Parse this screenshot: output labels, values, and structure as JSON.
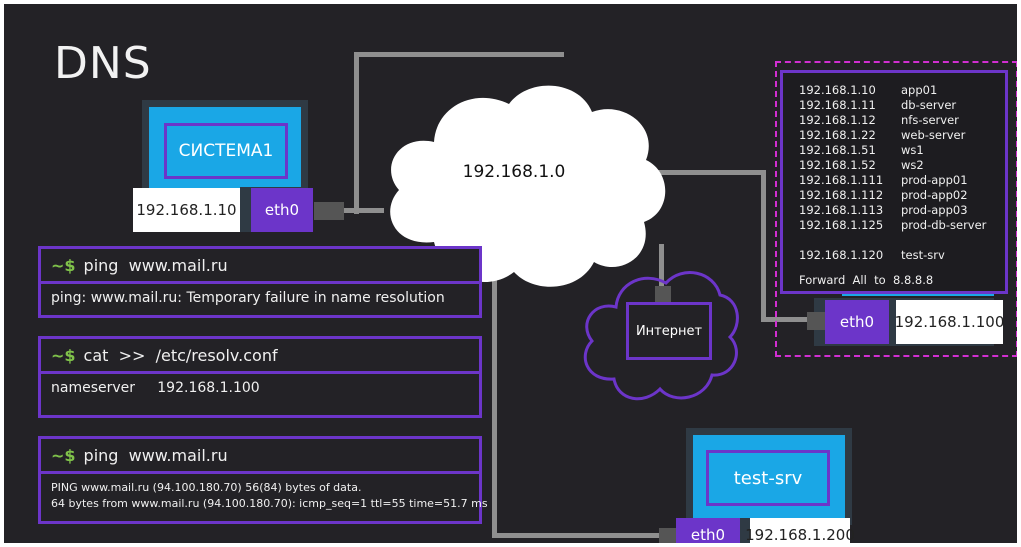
{
  "title": "DNS",
  "network": {
    "label": "192.168.1.0"
  },
  "internet": {
    "label": "Интернет"
  },
  "system1": {
    "name": "СИСТЕМА1",
    "ip": "192.168.1.10",
    "iface": "eth0"
  },
  "dns_server": {
    "ip": "192.168.1.100",
    "iface": "eth0"
  },
  "test_srv": {
    "name": "test-srv",
    "ip": "192.168.1.200",
    "iface": "eth0"
  },
  "hosts_file": {
    "entries": [
      {
        "ip": "192.168.1.10",
        "name": "app01"
      },
      {
        "ip": "192.168.1.11",
        "name": "db-server"
      },
      {
        "ip": "192.168.1.12",
        "name": "nfs-server"
      },
      {
        "ip": "192.168.1.22",
        "name": "web-server"
      },
      {
        "ip": "192.168.1.51",
        "name": "ws1"
      },
      {
        "ip": "192.168.1.52",
        "name": "ws2"
      },
      {
        "ip": "192.168.1.111",
        "name": "prod-app01"
      },
      {
        "ip": "192.168.1.112",
        "name": "prod-app02"
      },
      {
        "ip": "192.168.1.113",
        "name": "prod-app03"
      },
      {
        "ip": "192.168.1.125",
        "name": "prod-db-server"
      },
      {
        "ip": "192.168.1.120",
        "name": "test-srv"
      }
    ],
    "forward": "Forward  All  to  8.8.8.8"
  },
  "terminals": [
    {
      "prompt": "~$",
      "command": "ping  www.mail.ru",
      "output": "ping: www.mail.ru: Temporary failure in name resolution"
    },
    {
      "prompt": "~$",
      "command": "cat  >>  /etc/resolv.conf",
      "output": "nameserver     192.168.1.100"
    },
    {
      "prompt": "~$",
      "command": "ping  www.mail.ru",
      "output_lines": [
        "PING www.mail.ru (94.100.180.70) 56(84) bytes of data.",
        "64 bytes from www.mail.ru (94.100.180.70): icmp_seq=1 ttl=55 time=51.7 ms"
      ]
    }
  ],
  "colors": {
    "accent": "#6c35c9",
    "screen": "#1aa7e6",
    "prompt": "#7fc24a",
    "dashed": "#d12ed1",
    "background": "#232226"
  }
}
